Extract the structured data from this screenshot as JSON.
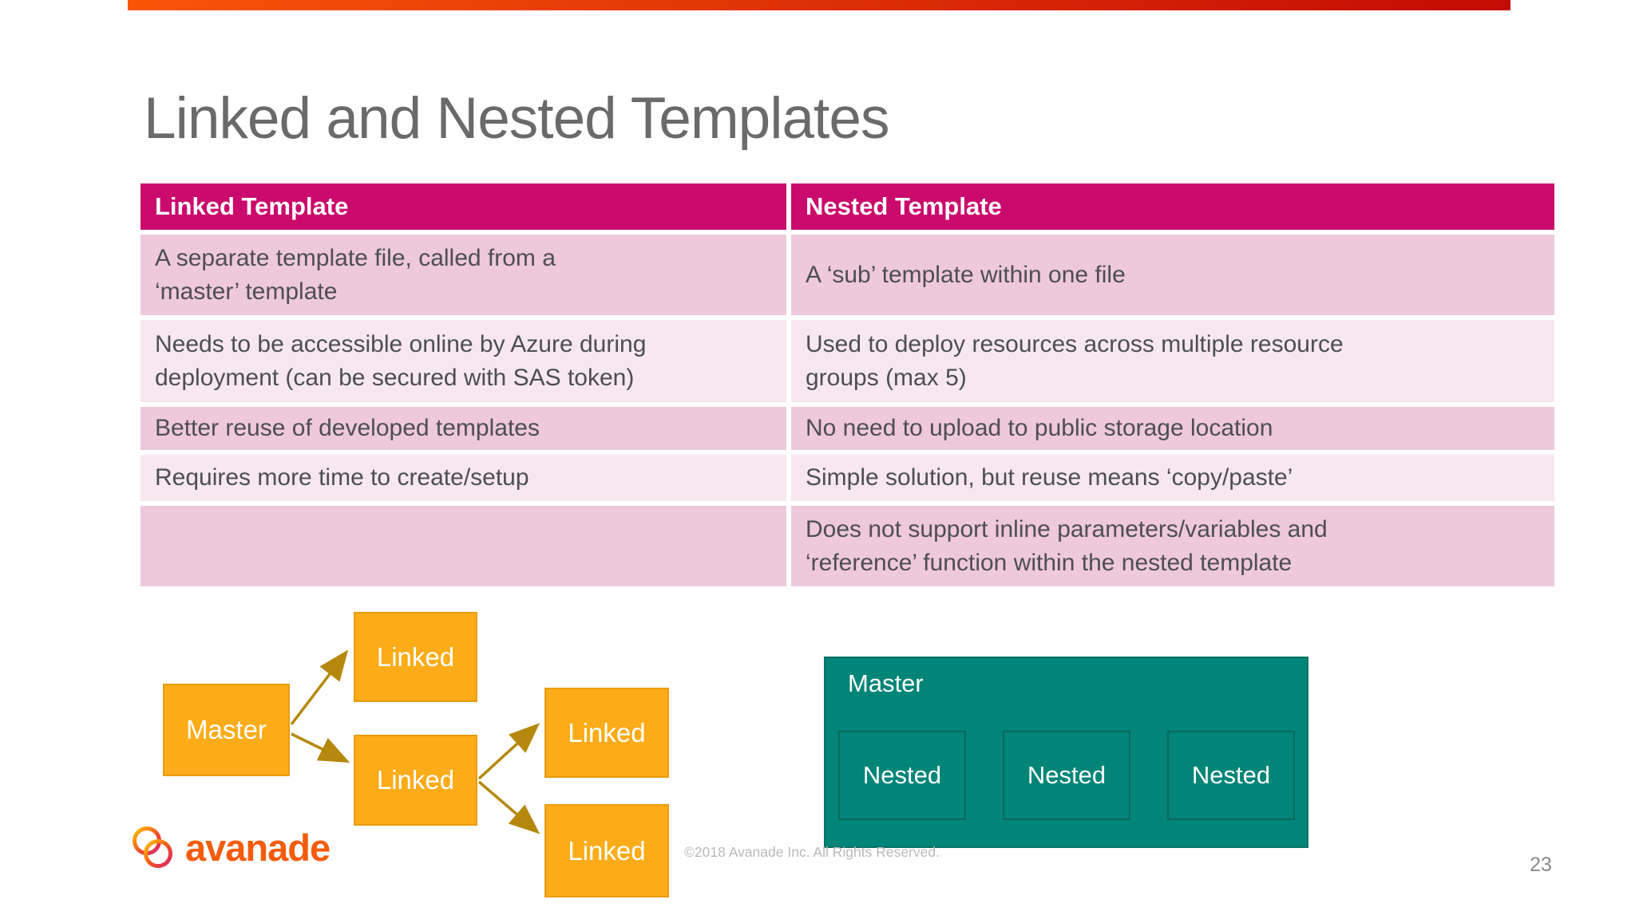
{
  "slide": {
    "title": "Linked and Nested Templates",
    "page_number": "23",
    "copyright": "©2018 Avanade Inc. All Rights Reserved."
  },
  "table": {
    "columns": [
      {
        "header": "Linked Template",
        "rows": [
          "A separate template file, called from a\n‘master’ template",
          "Needs to be accessible online by Azure during\ndeployment (can be secured with SAS token)",
          "Better reuse of developed templates",
          "Requires more time to create/setup",
          ""
        ]
      },
      {
        "header": "Nested Template",
        "rows": [
          "A ‘sub’ template within one file",
          "Used to deploy resources across multiple resource\ngroups (max 5)",
          "No need to upload to public storage location",
          "Simple solution, but reuse means ‘copy/paste’",
          "Does not support inline parameters/variables and\n‘reference’ function within the nested template"
        ]
      }
    ]
  },
  "linked_diagram": {
    "master_label": "Master",
    "linked_labels": [
      "Linked",
      "Linked",
      "Linked",
      "Linked"
    ]
  },
  "nested_diagram": {
    "master_label": "Master",
    "nested_labels": [
      "Nested",
      "Nested",
      "Nested"
    ]
  },
  "logo": {
    "brand": "avanade"
  },
  "colors": {
    "top_bar_start": "#F95508",
    "top_bar_end": "#C20B04",
    "table_header_bg": "#CA0A6C",
    "row_dark": "#EDC9DB",
    "row_light": "#F7E8EF",
    "cell_text": "#4E4E52",
    "title_text": "#6A6A6A",
    "box_orange": "#FBAC18",
    "box_orange_border": "#E99C0F",
    "arrow": "#B5880D",
    "teal": "#008578",
    "teal_border": "#0A7265",
    "nested_border": "#0D685D",
    "logo_orange": "#F45C0B",
    "copyright_gray": "#BAB8BA",
    "page_number_gray": "#8A8A8E"
  }
}
